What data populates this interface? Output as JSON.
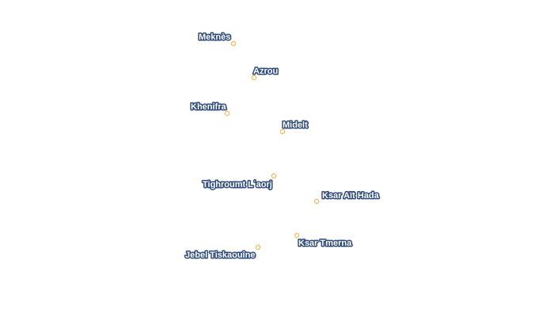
{
  "map": {
    "colors": {
      "background": "#ffffff",
      "marker_fill": "#ffffff",
      "marker_stroke": "#f2b650",
      "label_halo": "#2e4a7d",
      "label_fill": "#ffffff"
    },
    "places": [
      {
        "id": "meknes",
        "name": "Meknès"
      },
      {
        "id": "azrou",
        "name": "Azrou"
      },
      {
        "id": "khenifra",
        "name": "Khenifra"
      },
      {
        "id": "midelt",
        "name": "Midelt"
      },
      {
        "id": "tighroumt",
        "name": "Tighroumt Lʿaorj"
      },
      {
        "id": "ksar-ait-hada",
        "name": "Ksar Aït Hada"
      },
      {
        "id": "ksar-tmerna",
        "name": "Ksar Tmerna"
      },
      {
        "id": "jebel-tiskaouine",
        "name": "Jebel Tiskaouîne"
      }
    ]
  }
}
